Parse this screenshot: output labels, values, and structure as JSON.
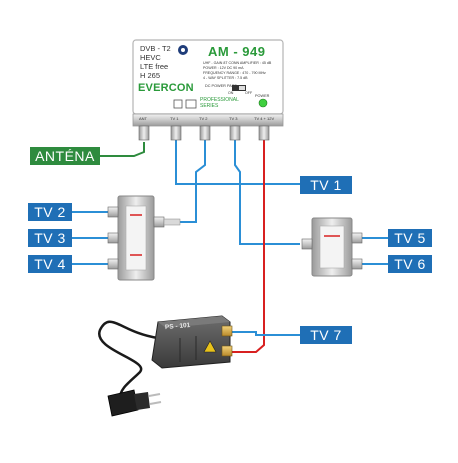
{
  "amplifier": {
    "model": "AM - 949",
    "features": [
      "DVB - T2",
      "HEVC",
      "LTE free",
      "H 265"
    ],
    "brand": "EVERCON",
    "brand_sub": "PROFESSIONAL SERIES",
    "spec_lines": [
      "UHF - GAIN 8T CONN AMPLIFIER : 45 dB",
      "POWER : 12V DC 90 mA",
      "FREQUENCY RANGE : 470 - 790 MHz",
      "4 - WAY SPLITTER : 7.5 dB"
    ],
    "switch_label": "DC POWER PASS",
    "switch_on": "ON",
    "switch_off": "OFF",
    "power_label": "POWER",
    "port_labels": [
      "ANT",
      "TV 1",
      "TV 2",
      "TV 3",
      "TV 4 + 12V"
    ]
  },
  "labels": {
    "antenna": "ANTÉNA",
    "tv1": "TV 1",
    "tv2": "TV 2",
    "tv3": "TV 3",
    "tv4": "TV 4",
    "tv5": "TV 5",
    "tv6": "TV 6",
    "tv7": "TV 7"
  },
  "power_supply": {
    "model": "PS - 101"
  },
  "colors": {
    "cable_blue": "#2b8fd6",
    "cable_red": "#d82020",
    "cable_green": "#2e8b3e",
    "label_blue": "#1f6fb6",
    "label_green": "#2e8b3e",
    "amp_model_green": "#2a9a3a"
  }
}
